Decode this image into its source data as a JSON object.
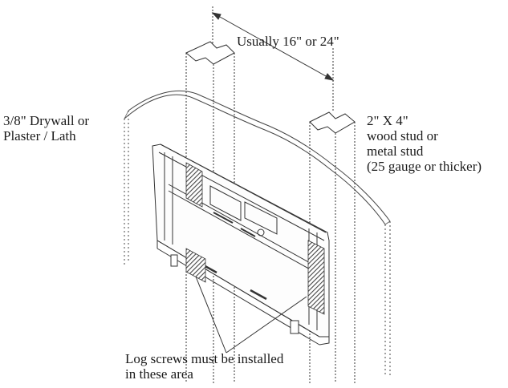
{
  "labels": {
    "stud_spacing": "Usually 16\" or 24\"",
    "wall_material": [
      "3/8\" Drywall or",
      "Plaster / Lath"
    ],
    "stud_spec": [
      "2\" X 4\"",
      "wood stud or",
      "metal stud",
      "(25 gauge or thicker)"
    ],
    "log_screws": [
      "Log screws must be installed",
      "in these area"
    ]
  },
  "colors": {
    "line": "#333333",
    "hatch": "#555555",
    "background": "#ffffff"
  }
}
